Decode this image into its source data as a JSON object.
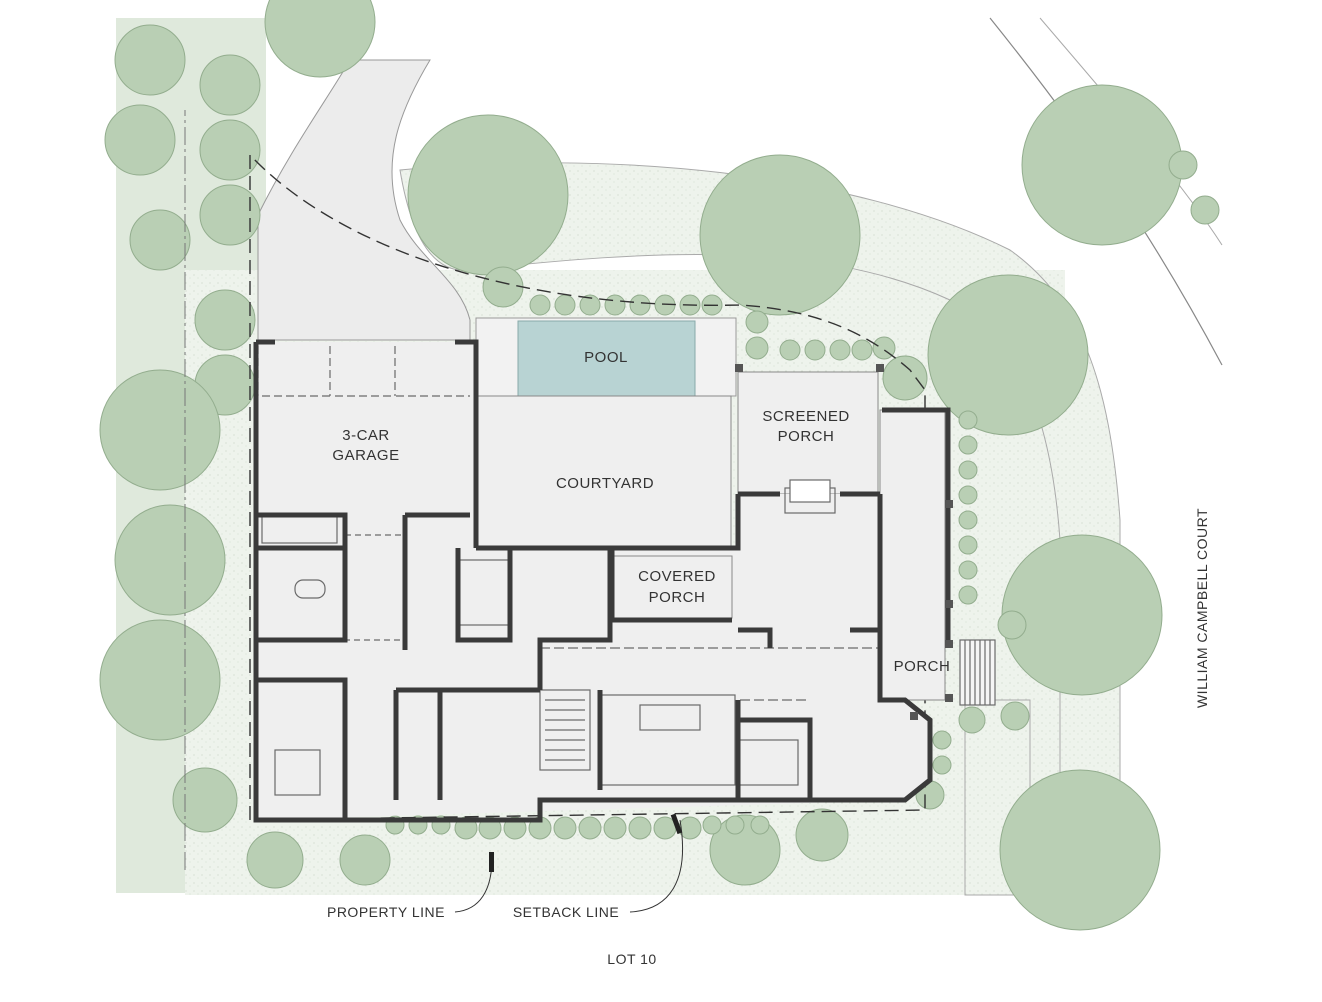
{
  "labels": {
    "pool": "POOL",
    "garage_line1": "3-CAR",
    "garage_line2": "GARAGE",
    "courtyard": "COURTYARD",
    "screened_line1": "SCREENED",
    "screened_line2": "PORCH",
    "covered_line1": "COVERED",
    "covered_line2": "PORCH",
    "porch": "PORCH",
    "street": "WILLIAM CAMPBELL COURT",
    "property_line": "PROPERTY LINE",
    "setback_line": "SETBACK LINE",
    "lot": "LOT 10"
  },
  "colors": {
    "tree": "#b9cfb4",
    "tree_dark": "#a9c4a4",
    "ground": "#e6eee4",
    "pool": "#b8d3d3",
    "floor": "#efefef",
    "wall": "#3a3a3a"
  }
}
